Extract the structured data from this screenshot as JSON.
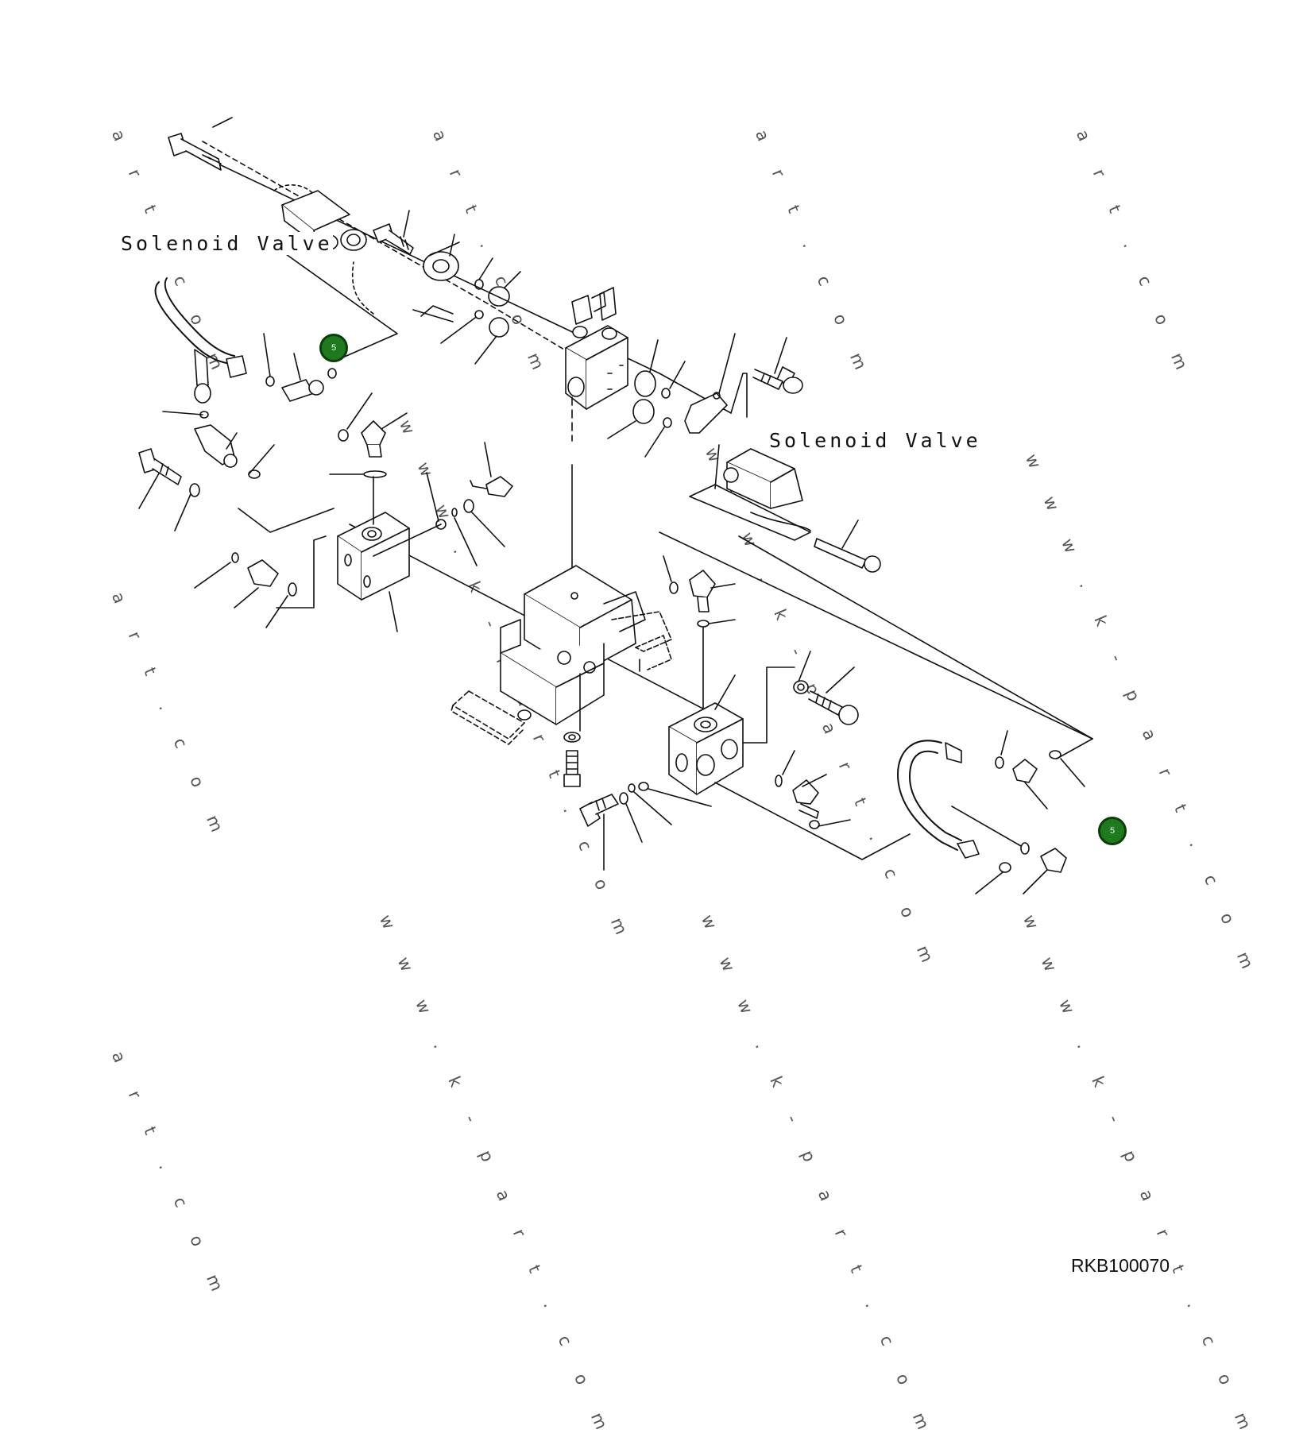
{
  "labels": {
    "solenoid_valve_1": "Solenoid Valve",
    "solenoid_valve_2": "Solenoid Valve"
  },
  "reference_code": "RKB100070",
  "callouts": [
    {
      "id": "callout-1",
      "text": "5"
    },
    {
      "id": "callout-2",
      "text": "5"
    }
  ],
  "watermarks": [
    "a r t . c o m",
    "a r t . c o m",
    "a r t . c o m",
    "a r t . c o m",
    "w w w . k - p a r t . c o m",
    "a r t . c o m",
    "w w w . k - p a r t . c o m",
    "w w w . k - p a r t . c o m",
    "a r t . c o m",
    "w w w . k - p a r t . c o m",
    "w w w . k - p a r t . c o m",
    "w w w . k - p a r t . c o m"
  ],
  "colors": {
    "line": "#111111",
    "callout_fill": "#1f7a1f",
    "callout_ring": "#0b3d0b"
  }
}
